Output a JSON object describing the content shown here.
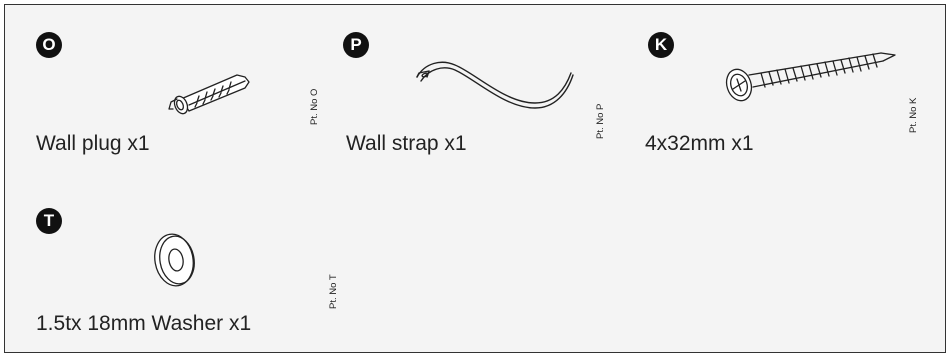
{
  "parts": [
    {
      "key": "O",
      "badge": "O",
      "label": "Wall plug x1",
      "part_number": "Pt. No O",
      "icon": "wall-plug-icon"
    },
    {
      "key": "P",
      "badge": "P",
      "label": "Wall strap x1",
      "part_number": "Pt. No P",
      "icon": "wall-strap-icon"
    },
    {
      "key": "K",
      "badge": "K",
      "label": "4x32mm x1",
      "part_number": "Pt. No K",
      "icon": "screw-icon"
    },
    {
      "key": "T",
      "badge": "T",
      "label": "1.5tx 18mm Washer x1",
      "part_number": "Pt. No T",
      "icon": "washer-icon"
    }
  ],
  "colors": {
    "background": "#f4f4f4",
    "border": "#333333",
    "badge": "#111111",
    "text": "#222222"
  }
}
